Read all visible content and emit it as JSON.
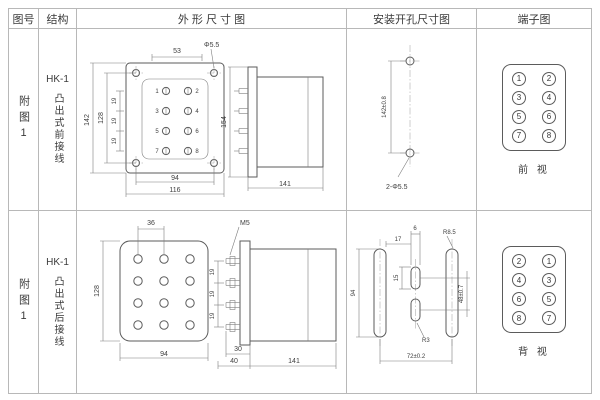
{
  "header": {
    "col_fig": "图号",
    "col_structure": "结构",
    "col_outline": "外 形 尺 寸 图",
    "col_mounting": "安装开孔尺寸图",
    "col_terminal": "端子图"
  },
  "rows": [
    {
      "fig_no": "附图1",
      "model": "HK-1",
      "structure": "凸出式前接线",
      "outline": {
        "dim_top_width": "53",
        "dim_hole": "Φ5.5",
        "dim_height_outer": "142",
        "dim_height_inner": "128",
        "dim_pitch_1": "19",
        "dim_pitch_2": "19",
        "dim_pitch_3": "19",
        "dim_bottom_inner": "94",
        "dim_bottom_outer": "116",
        "dim_side_height": "154",
        "dim_side_depth": "141",
        "terminals": [
          "1",
          "2",
          "3",
          "4",
          "5",
          "6",
          "7",
          "8"
        ]
      },
      "mounting": {
        "dim_height": "142±0.8",
        "holes_label": "2-Φ5.5"
      },
      "terminal": {
        "numbers": [
          "1",
          "2",
          "3",
          "4",
          "5",
          "6",
          "7",
          "8"
        ],
        "view_label": "前 视"
      }
    },
    {
      "fig_no": "附图1",
      "model": "HK-1",
      "structure": "凸出式后接线",
      "outline": {
        "dim_top_width": "36",
        "dim_stud": "M5",
        "dim_height_outer": "128",
        "dim_pitch_1": "19",
        "dim_pitch_2": "19",
        "dim_pitch_3": "19",
        "dim_bottom_width": "94",
        "dim_stud_depth": "30",
        "dim_plate_depth": "40",
        "dim_side_depth": "141"
      },
      "mounting": {
        "dim_slot_gap": "17",
        "dim_slot_width": "6",
        "dim_slot_length": "15",
        "dim_slot_height": "94",
        "dim_center_gap": "48±0.7",
        "dim_radius_big": "R8.5",
        "dim_radius_small": "R3",
        "dim_span": "72±0.2"
      },
      "terminal": {
        "numbers": [
          "2",
          "1",
          "4",
          "3",
          "6",
          "5",
          "8",
          "7"
        ],
        "view_label": "背 视"
      }
    }
  ]
}
